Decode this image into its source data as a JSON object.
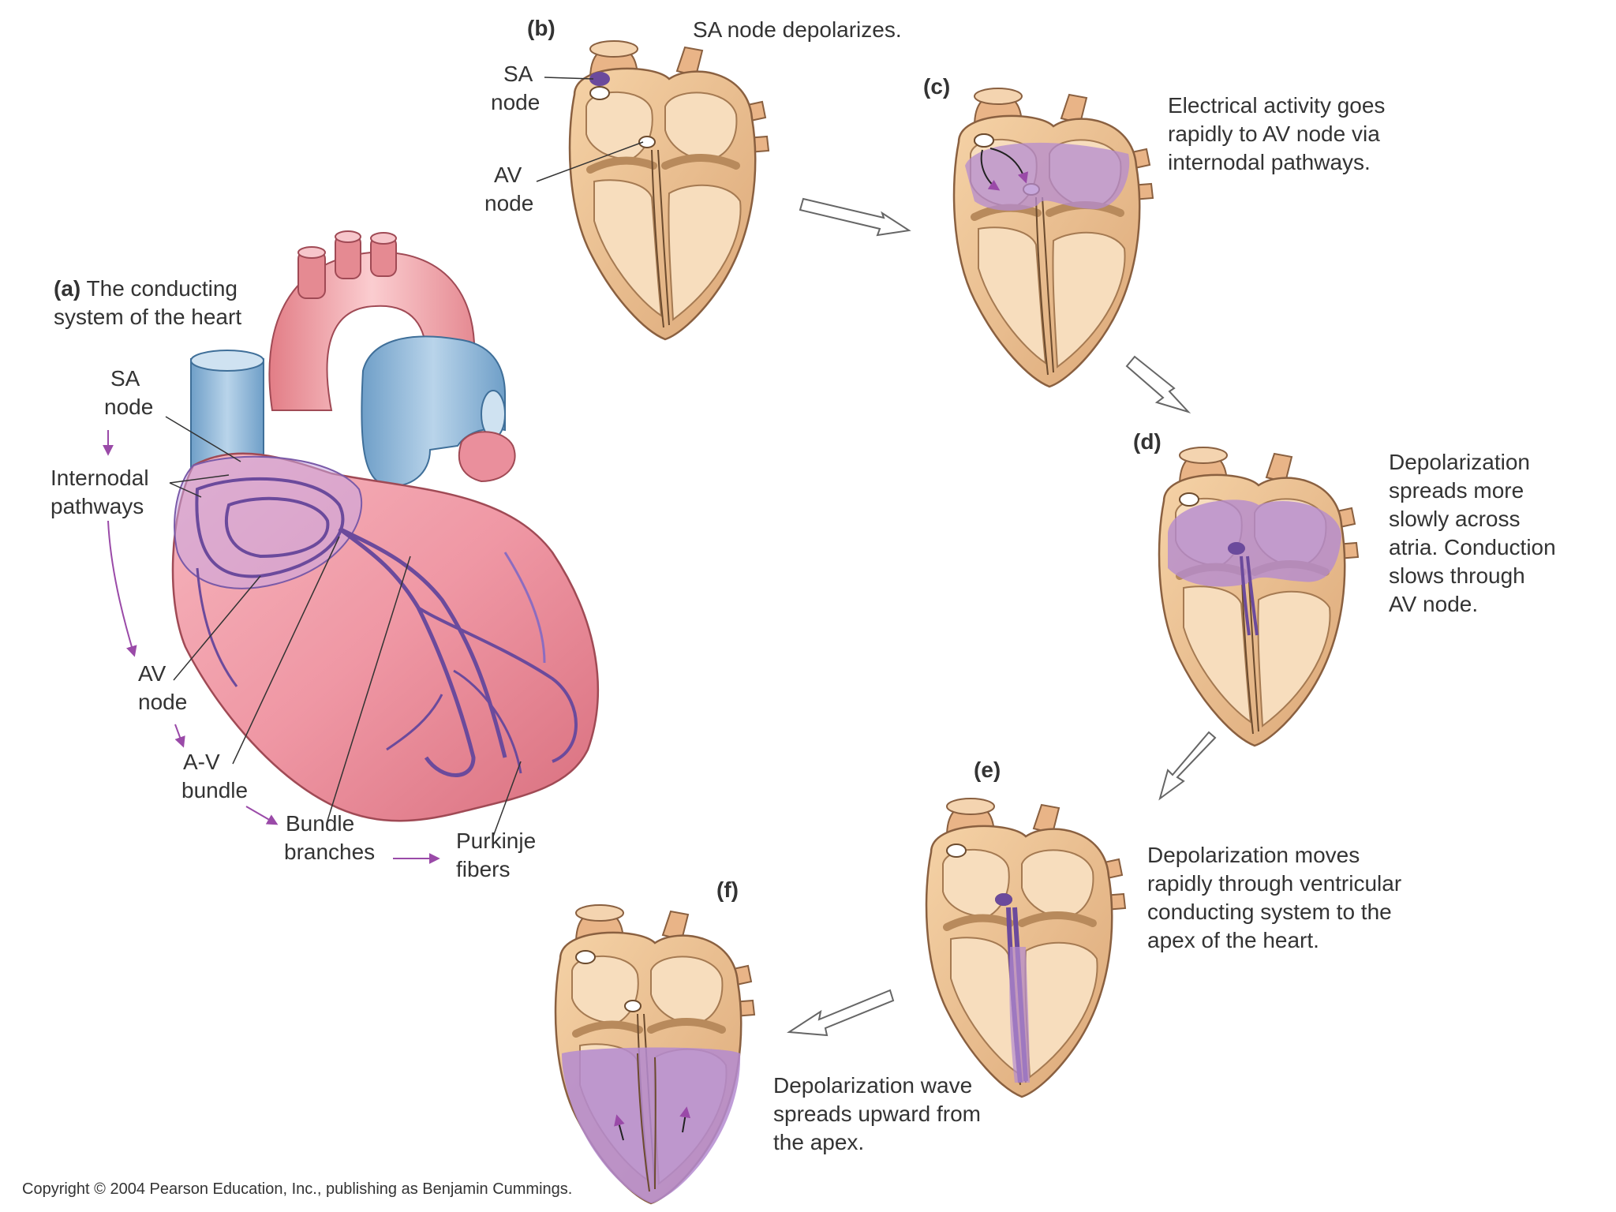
{
  "panel_a": {
    "tag": "(a)",
    "title_line1": "The conducting",
    "title_line2": "system of the heart",
    "labels": {
      "sa_node_1": "SA",
      "sa_node_2": "node",
      "internodal_1": "Internodal",
      "internodal_2": "pathways",
      "av_node_1": "AV",
      "av_node_2": "node",
      "av_bundle_1": "A-V",
      "av_bundle_2": "bundle",
      "bundle_branches_1": "Bundle",
      "bundle_branches_2": "branches",
      "purkinje_1": "Purkinje",
      "purkinje_2": "fibers"
    }
  },
  "panel_b": {
    "tag": "(b)",
    "caption": "SA node depolarizes.",
    "sa_1": "SA",
    "sa_2": "node",
    "av_1": "AV",
    "av_2": "node"
  },
  "panel_c": {
    "tag": "(c)",
    "line1": "Electrical activity goes",
    "line2": "rapidly to AV node via",
    "line3": "internodal pathways."
  },
  "panel_d": {
    "tag": "(d)",
    "line1": "Depolarization",
    "line2": "spreads more",
    "line3": "slowly across",
    "line4": "atria. Conduction",
    "line5": "slows through",
    "line6": "AV node."
  },
  "panel_e": {
    "tag": "(e)",
    "line1": "Depolarization moves",
    "line2": "rapidly through ventricular",
    "line3": "conducting system to the",
    "line4": "apex of the heart."
  },
  "panel_f": {
    "tag": "(f)",
    "line1": "Depolarization wave",
    "line2": "spreads upward from",
    "line3": "the apex."
  },
  "copyright": "Copyright © 2004 Pearson Education, Inc., publishing as Benjamin Cummings.",
  "colors": {
    "muscle": "#efc79a",
    "muscle_dark": "#c99a68",
    "chamber": "#f6dcbb",
    "depolarized": "#b48bd0",
    "pathway": "#6b4a9c",
    "heart_pink": "#ee9aa6",
    "aorta": "#f2a0a6",
    "vein_blue": "#8fb7d8",
    "label_arrow": "#9a4aa8"
  }
}
